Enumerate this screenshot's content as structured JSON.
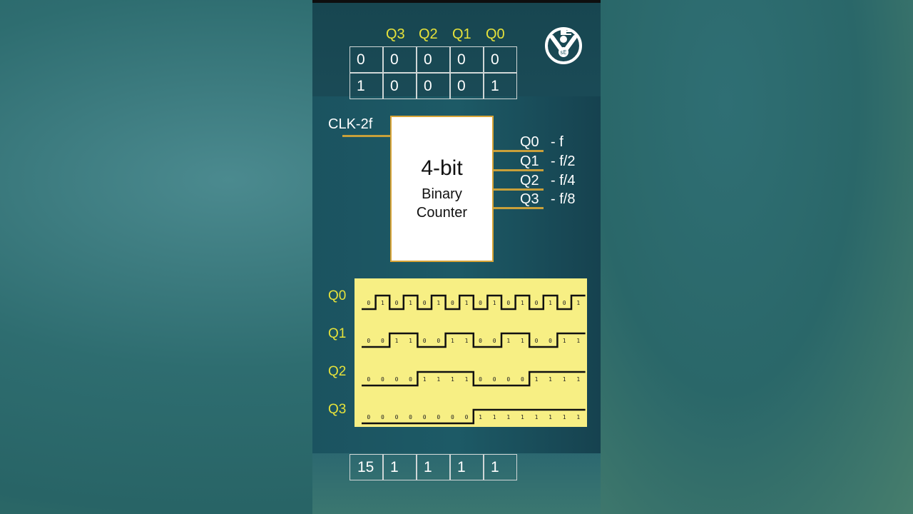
{
  "truth_table": {
    "headers": [
      "Q3",
      "Q2",
      "Q1",
      "Q0"
    ],
    "rows": [
      [
        "0",
        "0",
        "0",
        "0",
        "0"
      ],
      [
        "1",
        "0",
        "0",
        "0",
        "1"
      ],
      [
        "15",
        "1",
        "1",
        "1",
        "1"
      ]
    ]
  },
  "block": {
    "input_label": "CLK-2f",
    "title": "4-bit",
    "subtitle_line1": "Binary",
    "subtitle_line2": "Counter",
    "outputs": [
      {
        "name": "Q0",
        "freq": "- f"
      },
      {
        "name": "Q1",
        "freq": "- f/2"
      },
      {
        "name": "Q2",
        "freq": "- f/4"
      },
      {
        "name": "Q3",
        "freq": "- f/8"
      }
    ]
  },
  "timing": {
    "signals": [
      {
        "name": "Q0",
        "bits": [
          0,
          1,
          0,
          1,
          0,
          1,
          0,
          1,
          0,
          1,
          0,
          1,
          0,
          1,
          0,
          1
        ]
      },
      {
        "name": "Q1",
        "bits": [
          0,
          0,
          1,
          1,
          0,
          0,
          1,
          1,
          0,
          0,
          1,
          1,
          0,
          0,
          1,
          1
        ]
      },
      {
        "name": "Q2",
        "bits": [
          0,
          0,
          0,
          0,
          1,
          1,
          1,
          1,
          0,
          0,
          0,
          0,
          1,
          1,
          1,
          1
        ]
      },
      {
        "name": "Q3",
        "bits": [
          0,
          0,
          0,
          0,
          0,
          0,
          0,
          0,
          1,
          1,
          1,
          1,
          1,
          1,
          1,
          1
        ]
      }
    ]
  },
  "logo": {
    "text": "sE"
  },
  "colors": {
    "accent_yellow": "#e6e23a",
    "wire_gold": "#c9a03a",
    "timing_bg": "#f7ef84"
  }
}
